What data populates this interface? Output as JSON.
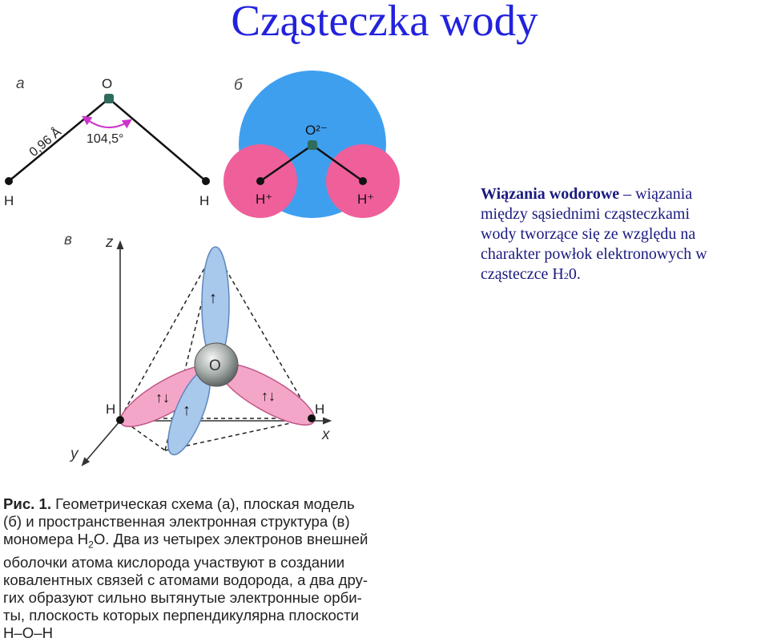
{
  "title": "Cząsteczka wody",
  "description": {
    "bold": "Wiązania wodorowe",
    "dash": " – ",
    "lines": [
      "wiązania",
      "między sąsiednimi cząsteczkami",
      "wody tworzące się ze względu na",
      "charakter powłok elektronowych w"
    ],
    "last_prefix": "cząsteczce H",
    "last_sub": "2",
    "last_suffix": "0."
  },
  "panel_a": {
    "letter": "а",
    "oxygen": "O",
    "hydrogen_left": "H",
    "hydrogen_right": "H",
    "bond_length": "0,96 Å",
    "angle": "104,5°"
  },
  "panel_b": {
    "letter": "б",
    "oxygen_ion": "O²⁻",
    "hydrogen_ion_left": "H⁺",
    "hydrogen_ion_right": "H⁺"
  },
  "panel_c": {
    "letter": "в",
    "axis_z": "z",
    "axis_x": "x",
    "axis_y": "y",
    "oxygen": "O",
    "hydrogen_left": "H",
    "hydrogen_right": "H",
    "spin_single": "↑",
    "spin_pair": "↑↓"
  },
  "caption": {
    "label": "Рис. 1.",
    "line1": " Геометрическая схема (а), плоская модель",
    "line2": "(б) и пространственная электронная структура (в)",
    "line3_prefix": "мономера H",
    "line3_sub": "2",
    "line3_suffix": "O. Два из четырех электронов внешней",
    "line4": "оболочки атома кислорода участвуют в создании",
    "line5": "ковалентных связей с атомами водорода, а два дру-",
    "line6": "гих образуют сильно вытянутые электронные орби-",
    "line7": "ты, плоскость которых перпендикулярна плоскости",
    "line8": "H–O–H"
  },
  "colors": {
    "title": "#2222dd",
    "description": "#1a1a80",
    "oxygen_sphere": "#3f9fef",
    "hydrogen_sphere": "#ef5f9a",
    "orbital_pink": "#f4a6c8",
    "orbital_blue": "#a8c8ec",
    "angle_arrow": "#cc33cc"
  }
}
